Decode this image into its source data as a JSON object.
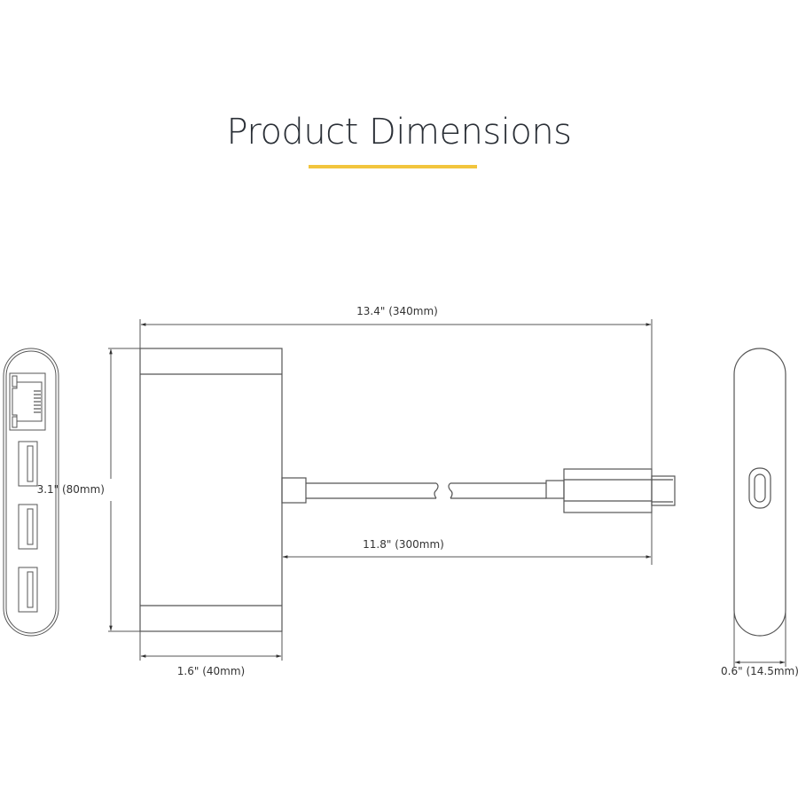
{
  "header": {
    "title": "Product Dimensions",
    "underline_color": "#F2C53D"
  },
  "diagram": {
    "views": [
      {
        "id": "end-view-ports",
        "description": "End view showing 1 RJ45 ethernet port and 3 USB-A ports"
      },
      {
        "id": "top-view",
        "description": "Top view of adapter body with attached USB-C cable"
      },
      {
        "id": "side-view-usb-c",
        "description": "Opposite end view showing USB-C port"
      }
    ],
    "dimensions": {
      "total_length": "13.4\" (340mm)",
      "cable_length": "11.8\" (300mm)",
      "height": "3.1\" (80mm)",
      "width": "1.6\" (40mm)",
      "depth": "0.6\" (14.5mm)"
    },
    "line_color": "#555555"
  }
}
